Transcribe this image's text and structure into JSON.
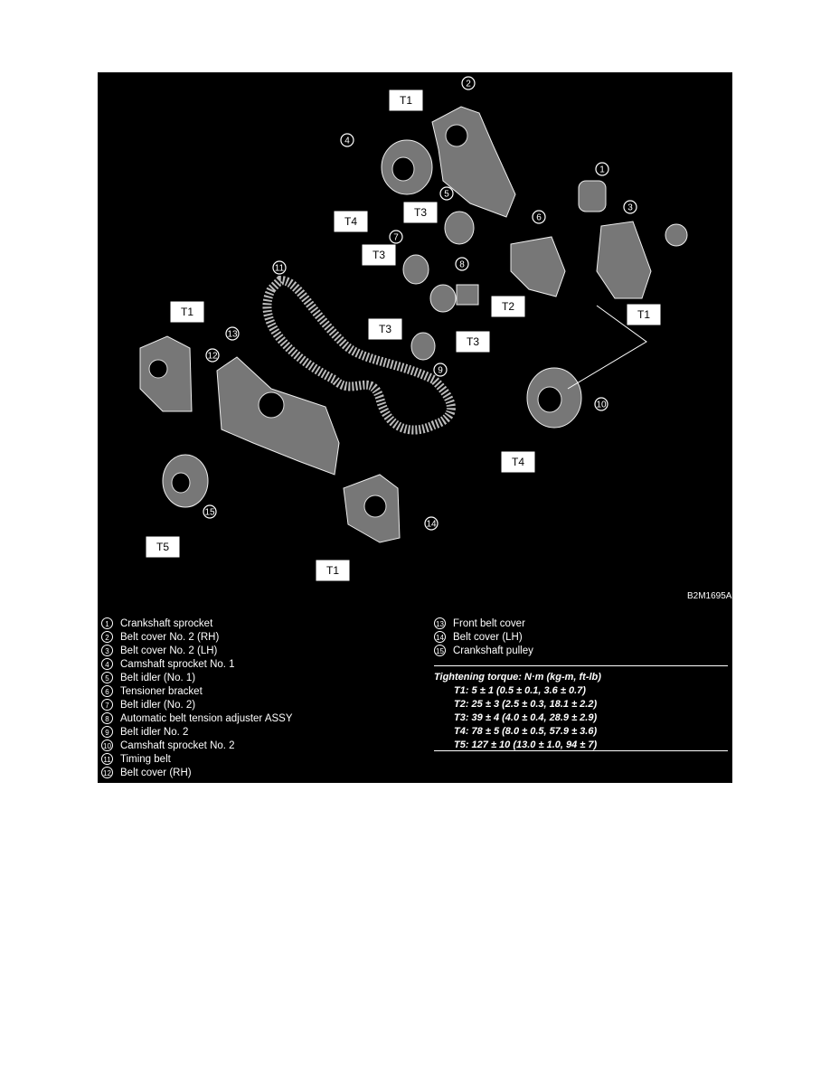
{
  "figure_code": "B2M1695A",
  "callouts": [
    "1",
    "2",
    "3",
    "4",
    "5",
    "6",
    "7",
    "8",
    "9",
    "10",
    "11",
    "12",
    "13",
    "14",
    "15"
  ],
  "torque_tags": [
    "T1",
    "T4",
    "T3",
    "T3",
    "T2",
    "T1",
    "T3",
    "T3",
    "T1",
    "T4",
    "T5",
    "T1"
  ],
  "legend_left": [
    {
      "n": "1",
      "label": "Crankshaft sprocket"
    },
    {
      "n": "2",
      "label": "Belt cover No. 2 (RH)"
    },
    {
      "n": "3",
      "label": "Belt cover No. 2 (LH)"
    },
    {
      "n": "4",
      "label": "Camshaft sprocket No. 1"
    },
    {
      "n": "5",
      "label": "Belt idler (No. 1)"
    },
    {
      "n": "6",
      "label": "Tensioner bracket"
    },
    {
      "n": "7",
      "label": "Belt idler (No. 2)"
    },
    {
      "n": "8",
      "label": "Automatic belt tension adjuster ASSY"
    },
    {
      "n": "9",
      "label": "Belt idler No. 2"
    },
    {
      "n": "10",
      "label": "Camshaft sprocket No. 2"
    },
    {
      "n": "11",
      "label": "Timing belt"
    },
    {
      "n": "12",
      "label": "Belt cover (RH)"
    }
  ],
  "legend_right": [
    {
      "n": "13",
      "label": "Front belt cover"
    },
    {
      "n": "14",
      "label": "Belt cover (LH)"
    },
    {
      "n": "15",
      "label": "Crankshaft pulley"
    }
  ],
  "torque": {
    "title": "Tightening torque: N·m (kg-m, ft-lb)",
    "rows": [
      "T1: 5 ± 1 (0.5 ± 0.1, 3.6 ± 0.7)",
      "T2: 25 ± 3 (2.5 ± 0.3, 18.1 ± 2.2)",
      "T3: 39 ± 4 (4.0 ± 0.4, 28.9 ± 2.9)",
      "T4: 78 ± 5 (8.0 ± 0.5, 57.9 ± 3.6)",
      "T5: 127 ± 10 (13.0 ± 1.0, 94 ± 7)"
    ]
  }
}
